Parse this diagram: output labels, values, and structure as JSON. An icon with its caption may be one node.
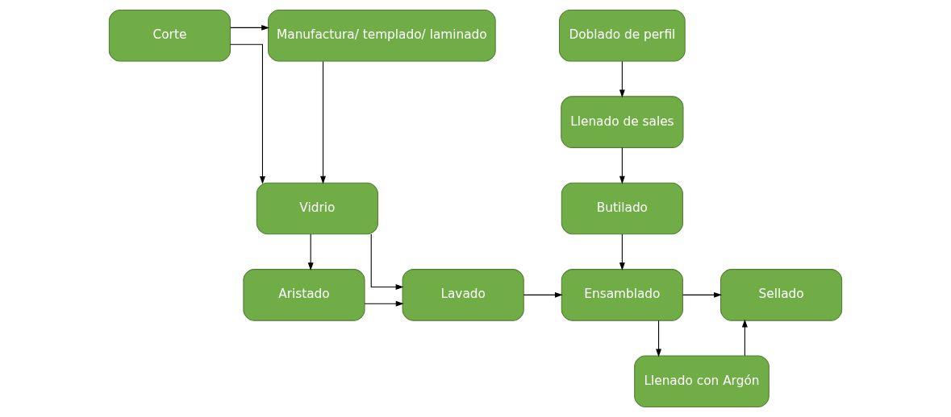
{
  "diagram": {
    "nodes": [
      {
        "text": [
          "Corte"
        ]
      },
      {
        "text": [
          "Manufactura/ templado/ laminado"
        ]
      },
      {
        "text": [
          "Doblado de perfil"
        ]
      },
      {
        "text": [
          "Llenado de sales"
        ]
      },
      {
        "text": [
          "Vidrio"
        ]
      },
      {
        "text": [
          "Butilado"
        ]
      },
      {
        "text": [
          "Llenado con Argón"
        ]
      },
      {
        "text": [
          "Aristado"
        ]
      },
      {
        "text": [
          "Lavado"
        ]
      },
      {
        "text": [
          "Ensamblado"
        ]
      },
      {
        "text": [
          "Sellado"
        ]
      }
    ],
    "edges": [
      {
        "from": 0,
        "to": 1,
        "arrow": "to"
      },
      {
        "from": 0,
        "to": 4,
        "arrow": "to"
      },
      {
        "from": 1,
        "to": 4,
        "arrow": "to"
      },
      {
        "from": 2,
        "to": 3,
        "arrow": "to"
      },
      {
        "from": 3,
        "to": 5,
        "arrow": "to"
      },
      {
        "from": 4,
        "to": 7,
        "arrow": "to"
      },
      {
        "from": 4,
        "to": 8,
        "arrow": "to"
      },
      {
        "from": 7,
        "to": 8,
        "arrow": "to"
      },
      {
        "from": 8,
        "to": 9,
        "arrow": "to"
      },
      {
        "from": 5,
        "to": 9,
        "arrow": "to"
      },
      {
        "from": 9,
        "to": 6,
        "arrow": "to"
      },
      {
        "from": 6,
        "to": 10,
        "arrow": "to"
      },
      {
        "from": 9,
        "to": 10,
        "arrow": "to"
      }
    ]
  }
}
